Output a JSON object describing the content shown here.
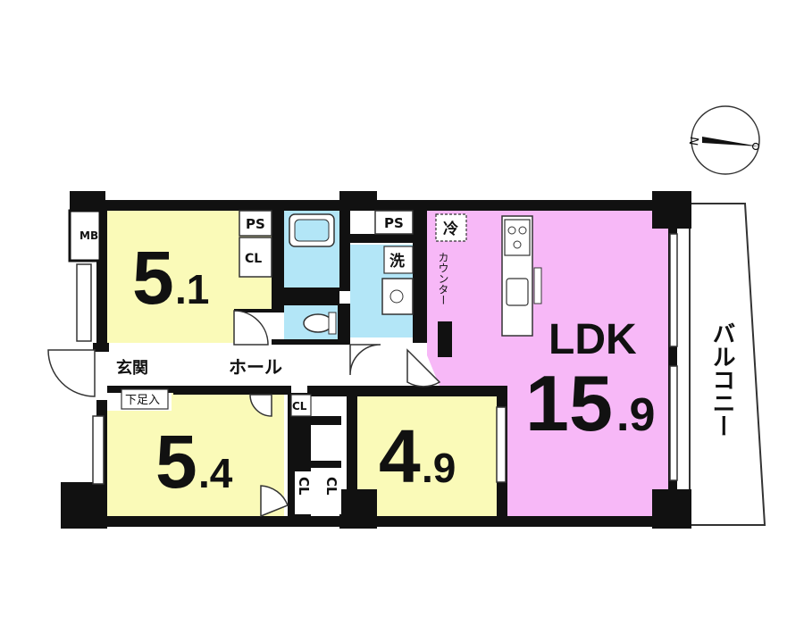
{
  "rooms": {
    "ldk": {
      "label": "LDK",
      "size": "15.9",
      "size_int": "15",
      "size_dec": ".9",
      "color": "#f7b8f7"
    },
    "bedroom_1": {
      "size": "5.1",
      "size_int": "5",
      "size_dec": ".1",
      "color": "#fafab8"
    },
    "bedroom_2": {
      "size": "5.4",
      "size_int": "5",
      "size_dec": ".4",
      "color": "#fafab8"
    },
    "bedroom_3": {
      "size": "4.9",
      "size_int": "4",
      "size_dec": ".9",
      "color": "#fafab8"
    }
  },
  "labels": {
    "balcony": "バルコニー",
    "hall": "ホール",
    "entrance": "玄関",
    "shoe_storage": "下足入",
    "counter": "カウンター",
    "ps_1": "PS",
    "ps_2": "PS",
    "mb": "MB",
    "fridge": "冷",
    "washer": "洗",
    "cl_bedroom1": "CL",
    "cl_hall": "CL",
    "cl_1": "CL",
    "cl_2": "CL",
    "north": "N"
  },
  "colors": {
    "wet_area": "#b3e6f7",
    "wall": "#111111",
    "floor": "#ffffff"
  }
}
